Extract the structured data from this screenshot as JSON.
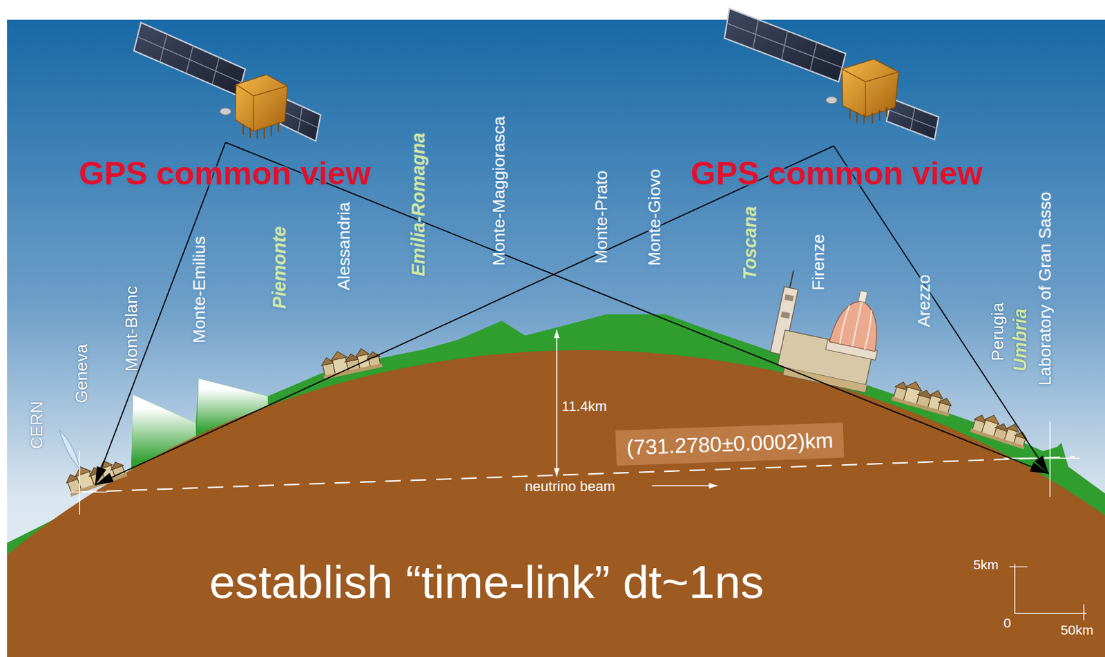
{
  "diagram": {
    "nodes": [
      {
        "text": [
          "(731.2780±0.0002)km"
        ]
      }
    ],
    "labels": [
      "GPS common view",
      "GPS common view",
      "CERN",
      "Geneva",
      "Mont-Blanc",
      "Monte-Emilius",
      "Piemonte",
      "Alessandria",
      "Emilia-Romagna",
      "Monte-Maggiorasca",
      "Monte-Prato",
      "Monte-Giovo",
      "Toscana",
      "Firenze",
      "Arezzo",
      "Perugia",
      "Umbria",
      "Laboratory of Gran Sasso",
      "11.4km",
      "neutrino beam",
      "establish “time-link” dt~1ns",
      "5km",
      "0",
      "50km"
    ]
  }
}
